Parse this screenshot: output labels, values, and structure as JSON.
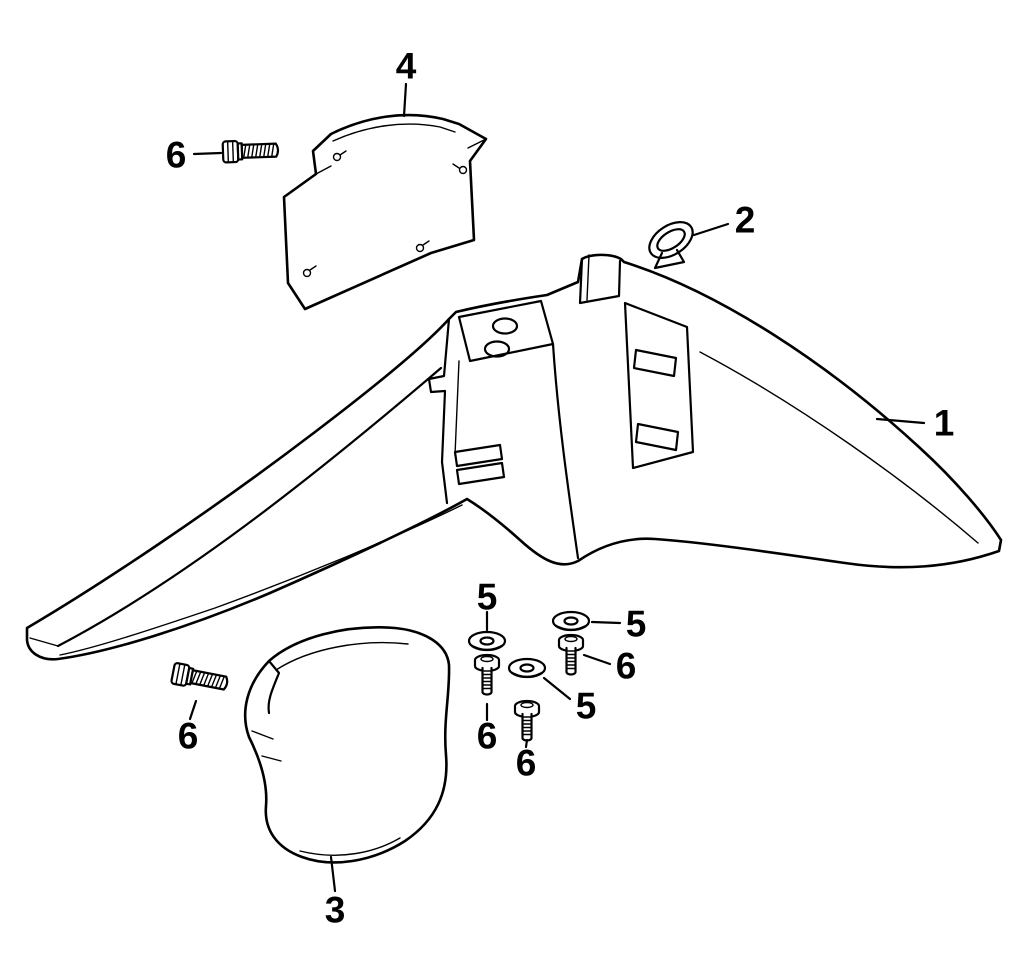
{
  "diagram": {
    "kind": "exploded-parts-diagram",
    "background_color": "#ffffff",
    "line_color": "#000000",
    "label_color": "#000000"
  },
  "parts": [
    {
      "number": "1",
      "shape": "front-fender-body"
    },
    {
      "number": "2",
      "shape": "retaining-clip"
    },
    {
      "number": "3",
      "shape": "lower-cover-panel"
    },
    {
      "number": "4",
      "shape": "upper-shield-panel"
    },
    {
      "number": "5",
      "shape": "flat-washer",
      "quantity_shown": 3
    },
    {
      "number": "6",
      "shape": "hex-bolt",
      "quantity_shown": 5
    }
  ],
  "callouts": [
    {
      "label": "4"
    },
    {
      "label": "6"
    },
    {
      "label": "2"
    },
    {
      "label": "1"
    },
    {
      "label": "5"
    },
    {
      "label": "5"
    },
    {
      "label": "6"
    },
    {
      "label": "5"
    },
    {
      "label": "6"
    },
    {
      "label": "6"
    },
    {
      "label": "6"
    },
    {
      "label": "3"
    }
  ]
}
